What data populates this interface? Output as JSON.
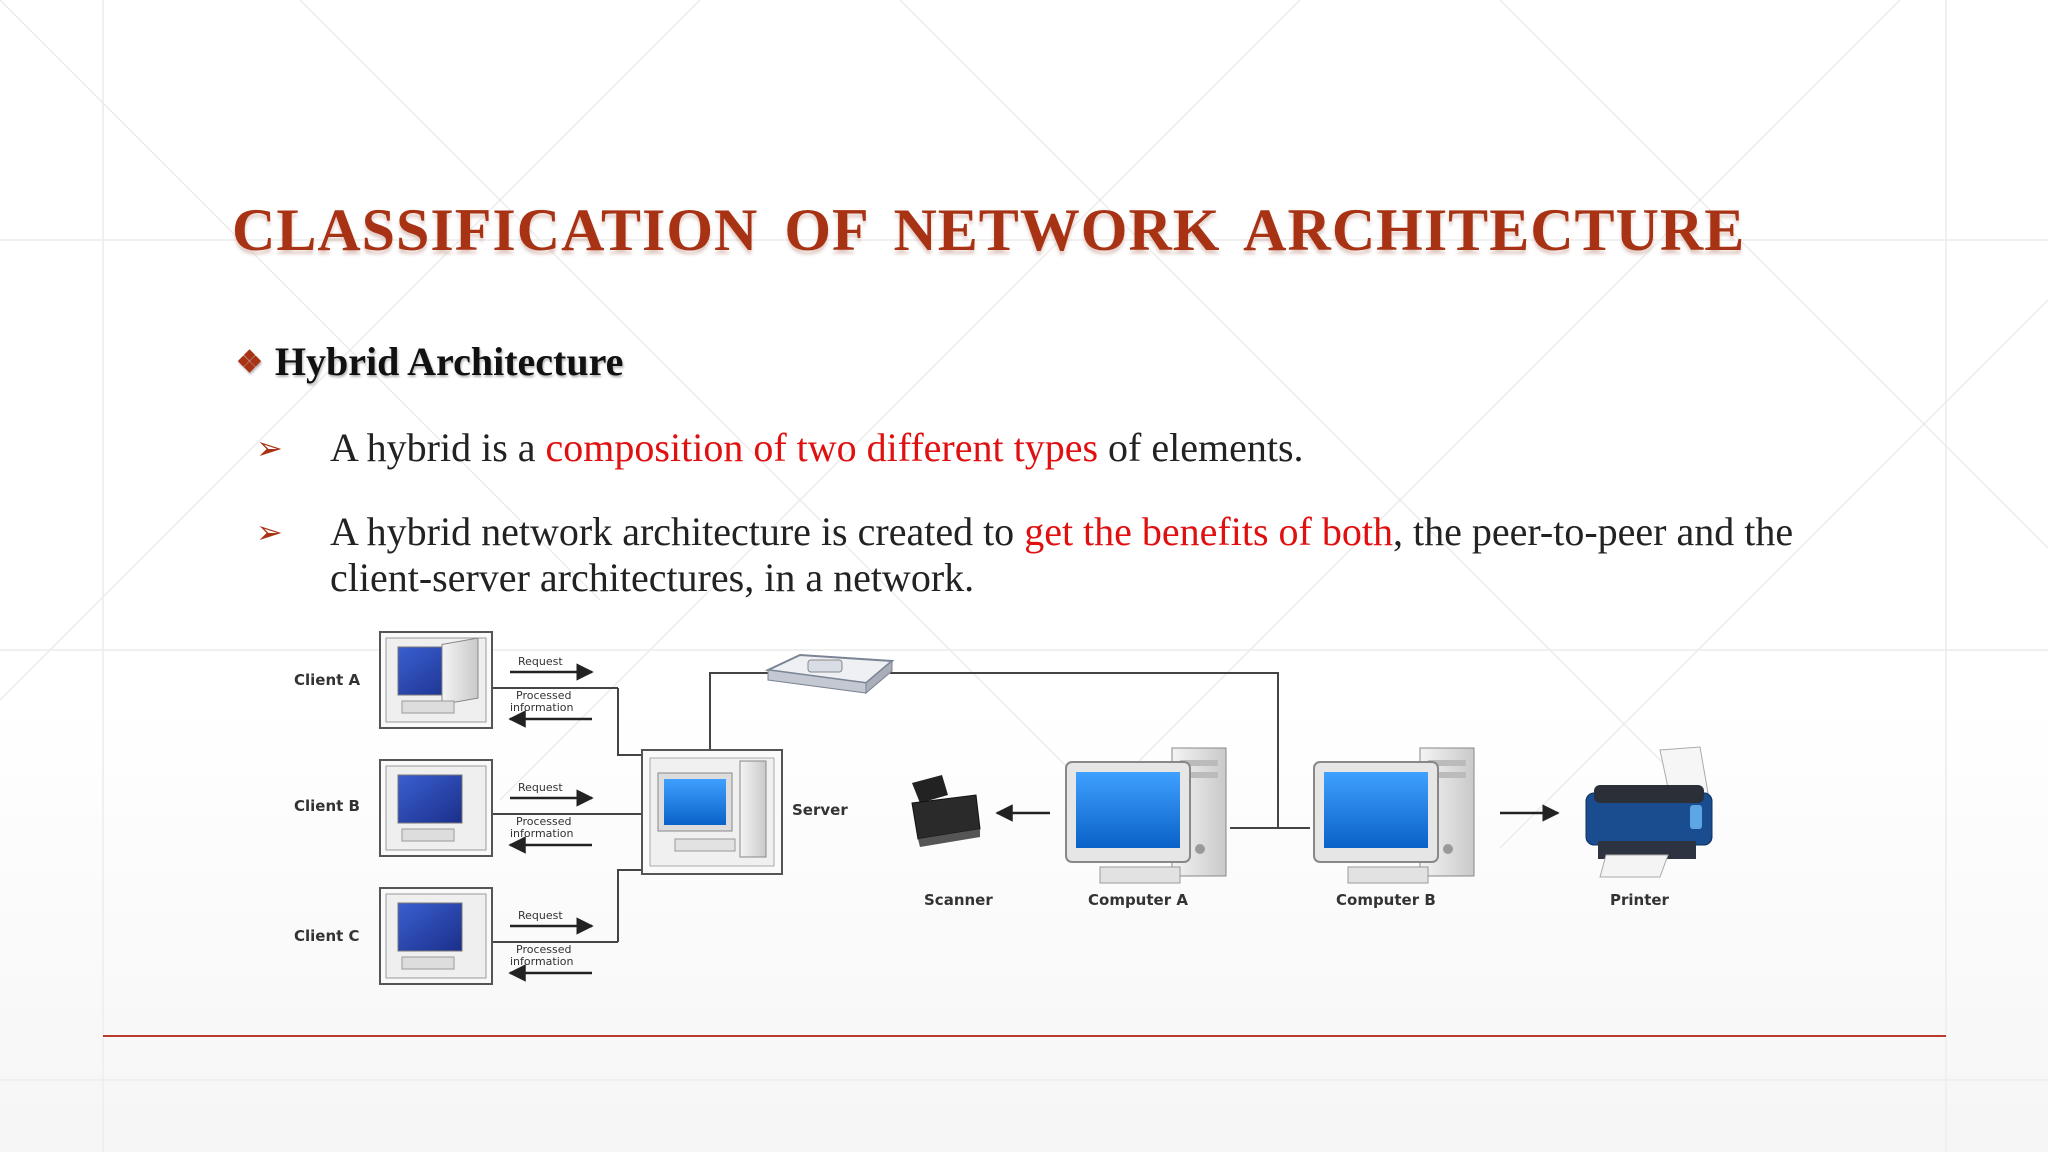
{
  "title": "CLASSIFICATION  OF  NETWORK  ARCHITECTURE",
  "section": {
    "bullet_symbol": "❖",
    "heading": "Hybrid Architecture"
  },
  "bullets": [
    {
      "symbol": "➢",
      "before": "A hybrid is a ",
      "highlight": "composition of two different types",
      "after": " of elements."
    },
    {
      "symbol": "➢",
      "before": "A hybrid network architecture is created to ",
      "highlight": "get the benefits of both",
      "after": ", the peer-to-peer and the client-server architectures, in a network."
    }
  ],
  "diagram": {
    "clients": [
      {
        "label": "Client A",
        "request": "Request",
        "response_line1": "Processed",
        "response_line2": "information"
      },
      {
        "label": "Client B",
        "request": "Request",
        "response_line1": "Processed",
        "response_line2": "information"
      },
      {
        "label": "Client C",
        "request": "Request",
        "response_line1": "Processed",
        "response_line2": "information"
      }
    ],
    "server_label": "Server",
    "scanner_label": "Scanner",
    "computer_a_label": "Computer A",
    "computer_b_label": "Computer B",
    "printer_label": "Printer"
  },
  "colors": {
    "title": "#a83214",
    "highlight": "#e01010",
    "rule": "#b83a2a"
  }
}
